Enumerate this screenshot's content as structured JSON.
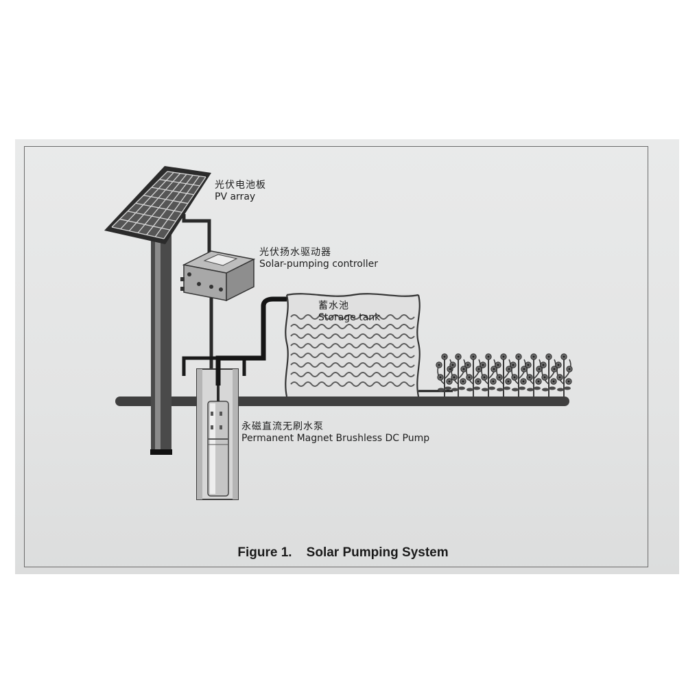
{
  "labels": {
    "pv_array": {
      "zh": "光伏电池板",
      "en": "PV array"
    },
    "controller": {
      "zh": "光伏扬水驱动器",
      "en": "Solar-pumping controller"
    },
    "tank": {
      "zh": "蓄水池",
      "en": "Storage tank"
    },
    "pump": {
      "zh": "永磁直流无刷水泵",
      "en": "Permanent Magnet Brushless DC Pump"
    }
  },
  "caption": {
    "number": "Figure 1.",
    "title": "Solar Pumping System"
  },
  "colors": {
    "ink": "#1c1c1c",
    "paper": "#e6e7e7",
    "frame": "#6a6a6a"
  },
  "icons": [
    "solar-panel-icon",
    "controller-box-icon",
    "water-tank-icon",
    "pump-icon",
    "plants-icon"
  ]
}
